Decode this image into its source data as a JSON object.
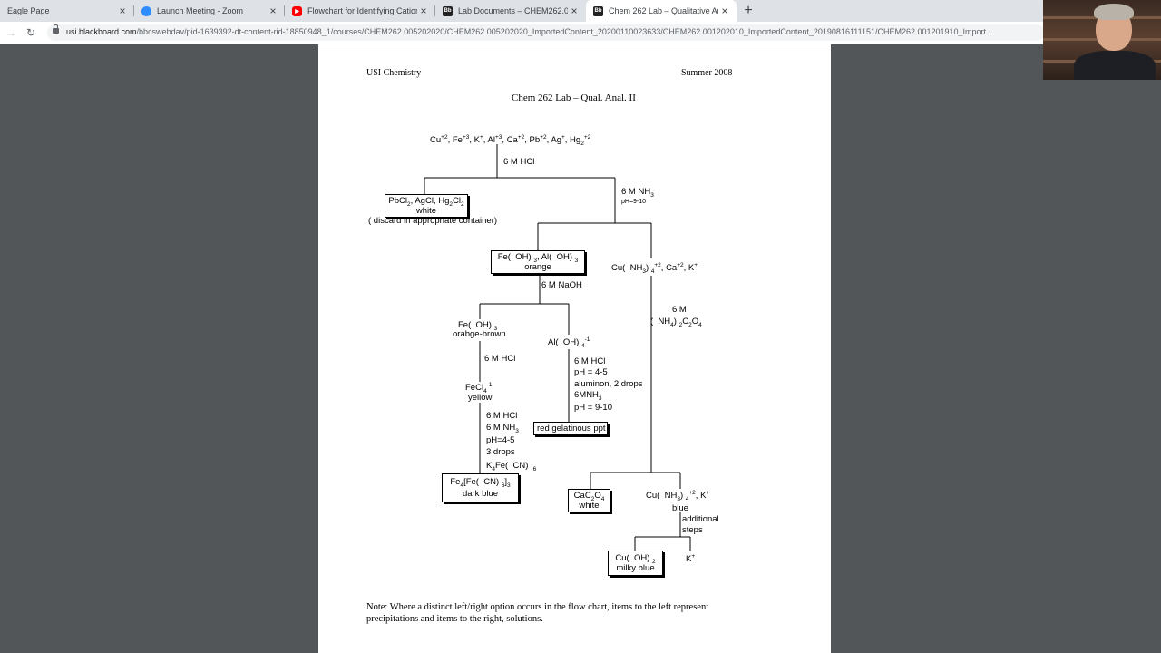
{
  "browser": {
    "tabs": [
      {
        "title": "Eagle Page",
        "close": "×"
      },
      {
        "title": "Launch Meeting - Zoom",
        "close": "×"
      },
      {
        "title": "Flowchart for Identifying Cation…",
        "close": "×"
      },
      {
        "title": "Lab Documents – CHEM262.005…",
        "close": "×"
      },
      {
        "title": "Chem 262 Lab – Qualitative Anal…",
        "close": "×"
      }
    ],
    "new_tab": "+",
    "url_host": "usi.blackboard.com",
    "url_path": "/bbcswebdav/pid-1639392-dt-content-rid-18850948_1/courses/CHEM262.005202020/CHEM262.005202020_ImportedContent_20200110023633/CHEM262.001202010_ImportedContent_20190816111151/CHEM262.001201910_Import…"
  },
  "document": {
    "header_left": "USI Chemistry",
    "header_right": "Summer 2008",
    "title": "Chem 262 Lab – Qual. Anal. II",
    "note_line1": "Note: Where a distinct left/right option occurs in the flow chart, items to the left represent",
    "note_line2": "precipitations and items to the right, solutions.",
    "flow": {
      "step1_reagent": "6 M HCl",
      "step2_reagent": "6 M NH",
      "step2_reagent_sub": "3",
      "step2_ph": "pH=9-10",
      "box1_line2": "white",
      "discard": "(  discard in appropriate container)",
      "box2_line2": "orange",
      "step3_reagent": "6 M NaOH",
      "fe_oh_color": "orabge-brown",
      "fe_hcl": "6 M HCl",
      "fecl_color": "yellow",
      "fe_steps": [
        "6 M HCl",
        "3 drops"
      ],
      "fe_ph": "pH=4-5",
      "fe_nh3": "6 M NH",
      "prussian_color": "dark blue",
      "al_steps": [
        "6 M HCl",
        "pH = 4-5",
        "aluminon, 2 drops",
        "6MNH",
        "pH = 9-10"
      ],
      "al_box": "red gelatinous ppt",
      "ox_reagent_1": "6 M",
      "cac2o4_color": "white",
      "cu_color": "blue",
      "cu_steps": [
        "additional",
        "steps"
      ],
      "cuoh_color": "milky blue"
    }
  }
}
